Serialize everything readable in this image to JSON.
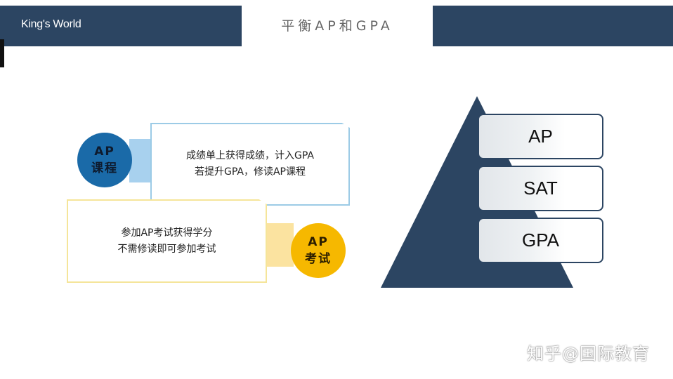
{
  "header": {
    "brand": "King's World",
    "title": "平衡AP和GPA"
  },
  "features": [
    {
      "badge_line1": "AP",
      "badge_line2": "课程",
      "text_line1": "成绩单上获得成绩，计入GPA",
      "text_line2": "若提升GPA，修读AP课程"
    },
    {
      "badge_line1": "AP",
      "badge_line2": "考试",
      "text_line1": "参加AP考试获得学分",
      "text_line2": "不需修读即可参加考试"
    }
  ],
  "pyramid": {
    "levels": [
      "AP",
      "SAT",
      "GPA"
    ]
  },
  "watermark": "知乎@国际教育",
  "colors": {
    "navy": "#2c4562",
    "blue_badge": "#1a6aa8",
    "yellow_badge": "#f6b800",
    "blue_outline": "#9ccbe6",
    "yellow_outline": "#f5e59a"
  }
}
